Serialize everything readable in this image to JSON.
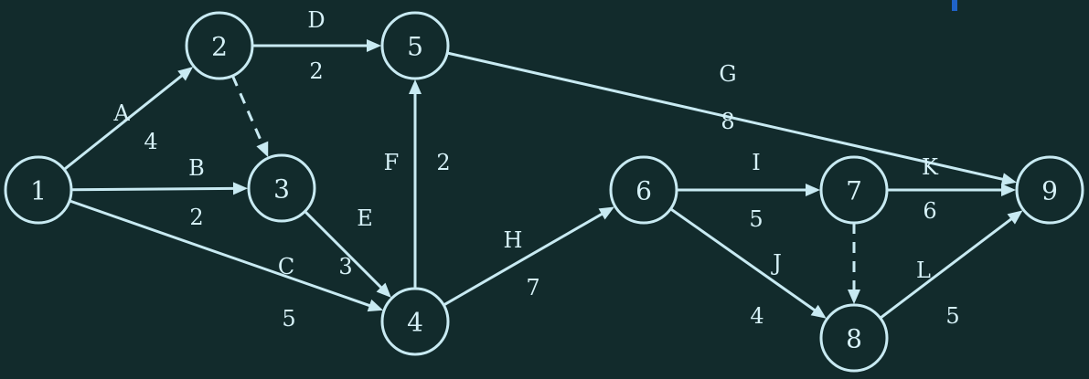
{
  "colors": {
    "background": "#122b2c",
    "stroke": "#c8eaf2",
    "text": "#d6f1f7",
    "corner_mark": "#1f62c8"
  },
  "nodes": [
    {
      "id": "1",
      "label": "1"
    },
    {
      "id": "2",
      "label": "2"
    },
    {
      "id": "3",
      "label": "3"
    },
    {
      "id": "4",
      "label": "4"
    },
    {
      "id": "5",
      "label": "5"
    },
    {
      "id": "6",
      "label": "6"
    },
    {
      "id": "7",
      "label": "7"
    },
    {
      "id": "8",
      "label": "8"
    },
    {
      "id": "9",
      "label": "9"
    }
  ],
  "edges": [
    {
      "from": "1",
      "to": "2",
      "activity": "A",
      "duration": "4",
      "dashed": false
    },
    {
      "from": "1",
      "to": "3",
      "activity": "B",
      "duration": "2",
      "dashed": false
    },
    {
      "from": "1",
      "to": "4",
      "activity": "C",
      "duration": "5",
      "dashed": false
    },
    {
      "from": "2",
      "to": "5",
      "activity": "D",
      "duration": "2",
      "dashed": false
    },
    {
      "from": "2",
      "to": "3",
      "activity": "",
      "duration": "",
      "dashed": true
    },
    {
      "from": "3",
      "to": "4",
      "activity": "E",
      "duration": "3",
      "dashed": false
    },
    {
      "from": "4",
      "to": "5",
      "activity": "F",
      "duration": "2",
      "dashed": false
    },
    {
      "from": "4",
      "to": "6",
      "activity": "H",
      "duration": "7",
      "dashed": false
    },
    {
      "from": "5",
      "to": "9",
      "activity": "G",
      "duration": "8",
      "dashed": false
    },
    {
      "from": "6",
      "to": "7",
      "activity": "I",
      "duration": "5",
      "dashed": false
    },
    {
      "from": "6",
      "to": "8",
      "activity": "J",
      "duration": "4",
      "dashed": false
    },
    {
      "from": "7",
      "to": "9",
      "activity": "K",
      "duration": "6",
      "dashed": false
    },
    {
      "from": "7",
      "to": "8",
      "activity": "",
      "duration": "",
      "dashed": true
    },
    {
      "from": "8",
      "to": "9",
      "activity": "L",
      "duration": "5",
      "dashed": false
    }
  ]
}
